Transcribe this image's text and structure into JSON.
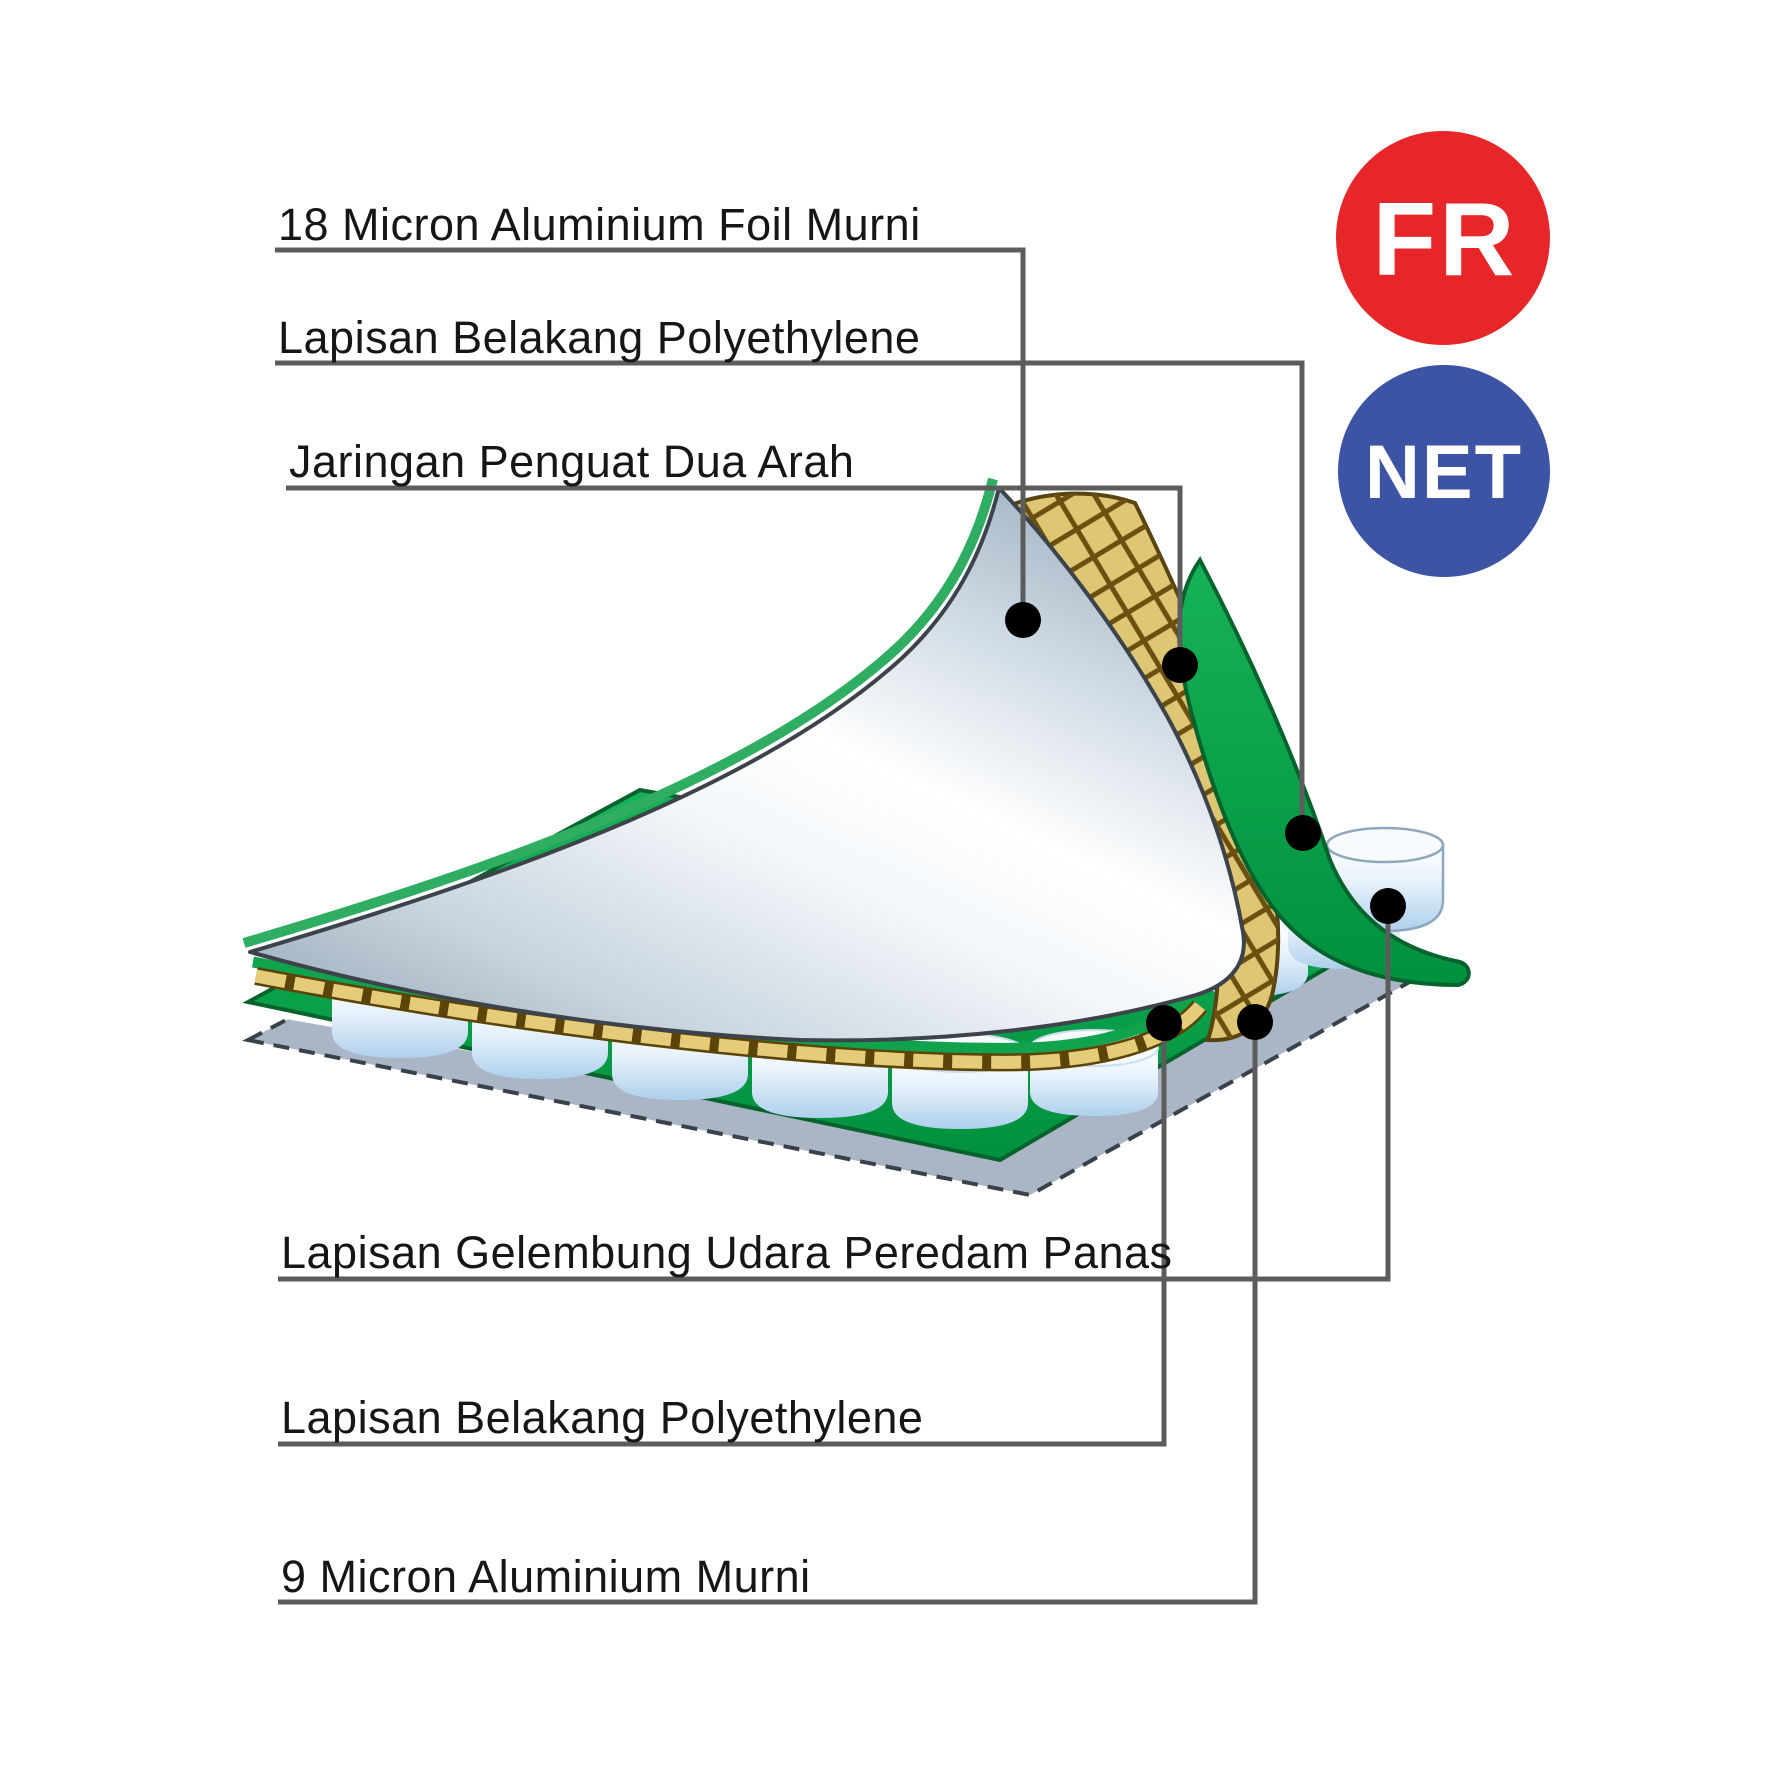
{
  "diagram_title": "Aluminium foil insulation layer diagram",
  "labels": {
    "foil18": "18 Micron Aluminium Foil Murni",
    "pe_top": "Lapisan Belakang Polyethylene",
    "mesh": "Jaringan Penguat Dua Arah",
    "bubble": "Lapisan Gelembung Udara Peredam Panas",
    "pe_bottom": "Lapisan Belakang Polyethylene",
    "alu9": "9 Micron Aluminium Murni"
  },
  "badges": {
    "fr": {
      "label": "FR",
      "color": "#e62629"
    },
    "net": {
      "label": "NET",
      "color": "#3d53a4"
    }
  },
  "colors": {
    "text": "#161616",
    "leader_line": "#5c5c5c",
    "dot": "#000000",
    "foil_outline": "#3c434b",
    "mesh_fill": "#dfc672",
    "mesh_hatch": "#6b4f10",
    "green_layer": "#00a34d",
    "green_edge": "#07632d",
    "bubble_fill": "#cfe4f4",
    "gray_sheet": "#aab6c6",
    "gray_edge": "#39414b"
  }
}
